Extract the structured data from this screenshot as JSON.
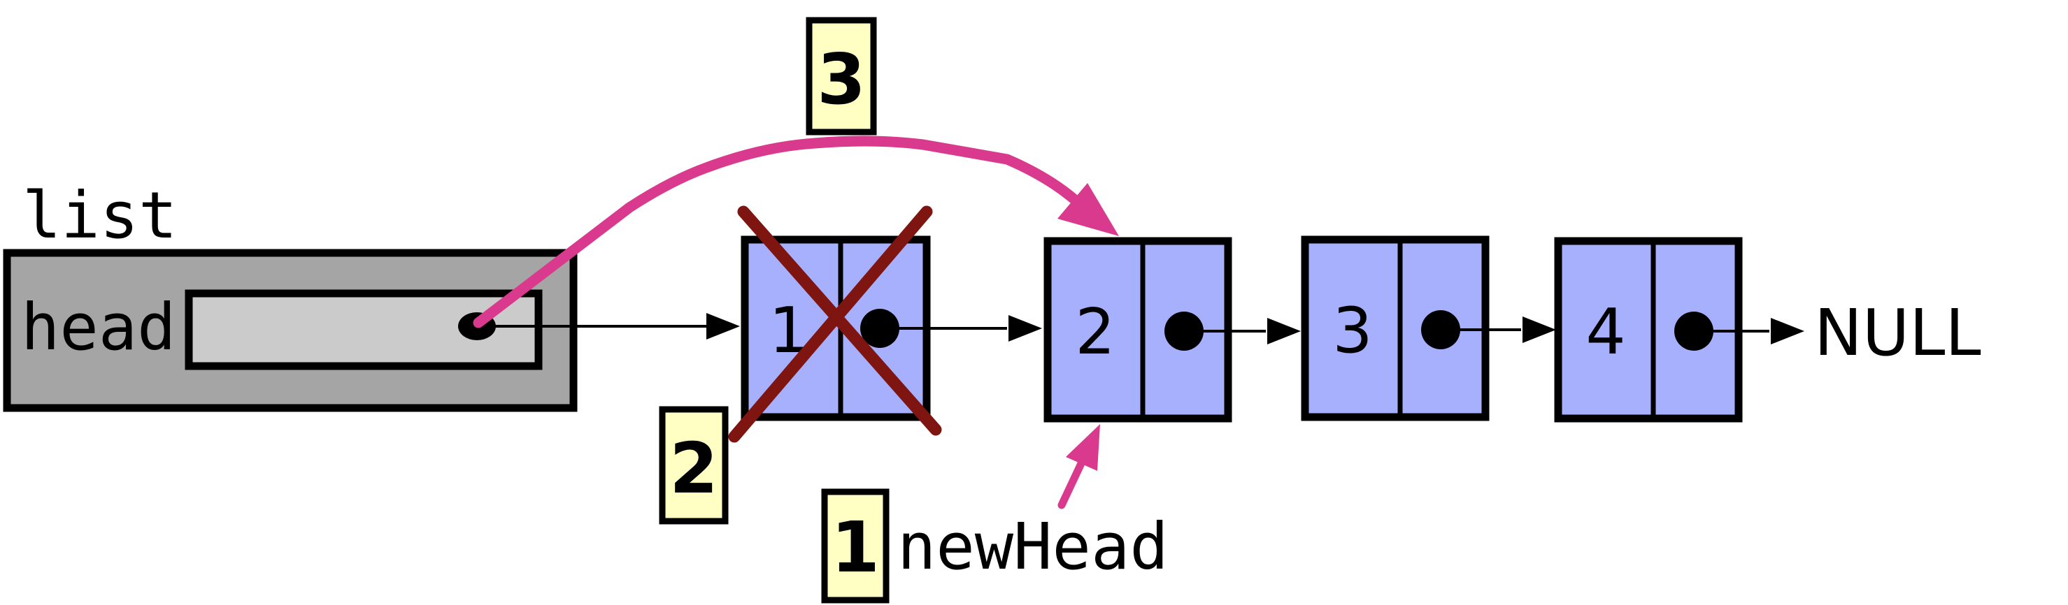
{
  "variable": {
    "name": "list",
    "field": "head"
  },
  "nodes": [
    {
      "value": "1"
    },
    {
      "value": "2"
    },
    {
      "value": "3"
    },
    {
      "value": "4"
    }
  ],
  "null_label": "NULL",
  "new_head_label": "newHead",
  "steps": [
    {
      "number": "1"
    },
    {
      "number": "2"
    },
    {
      "number": "3"
    }
  ],
  "colors": {
    "node_fill": "#a7b0fd",
    "variable_fill": "#a5a5a5",
    "field_fill": "#cbcbcb",
    "step_fill": "#ffffc4",
    "step1_arrow": "#d93a8e",
    "step2_cross": "#7f1510",
    "step3_pointer": "#d93a8e"
  }
}
